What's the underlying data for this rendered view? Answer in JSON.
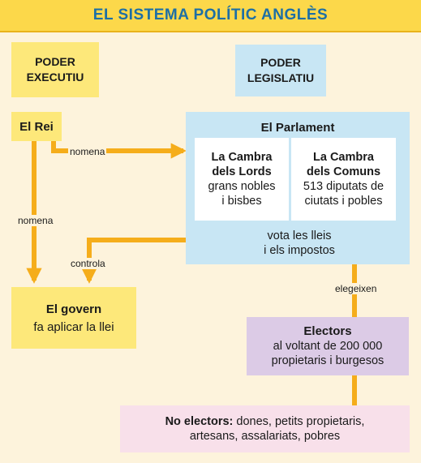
{
  "title": "EL SISTEMA POLÍTIC ANGLÈS",
  "executive": {
    "line1": "PODER",
    "line2": "EXECUTIU"
  },
  "legislative": {
    "line1": "PODER",
    "line2": "LEGISLATIU"
  },
  "king": {
    "label": "El Rei"
  },
  "parliament": {
    "title": "El Parlament",
    "lords": {
      "line1": "La Cambra",
      "line2": "dels Lords",
      "line3": "grans nobles",
      "line4": "i bisbes"
    },
    "commons": {
      "line1": "La Cambra",
      "line2": "dels Comuns",
      "line3": "513 diputats de",
      "line4": "ciutats i pobles"
    },
    "votes": {
      "line1": "vota les lleis",
      "line2": "i els impostos"
    }
  },
  "government": {
    "title": "El govern",
    "subtitle": "fa aplicar la llei"
  },
  "electors": {
    "title": "Electors",
    "line2": "al voltant de 200 000",
    "line3": "propietaris i burgesos"
  },
  "non_electors": {
    "bold": "No electors:",
    "line1_rest": " dones, petits propietaris,",
    "line2": "artesans, assalariats, pobres"
  },
  "arrows": {
    "nomena_1": "nomena",
    "nomena_2": "nomena",
    "controla": "controla",
    "elegeixen": "elegeixen"
  },
  "colors": {
    "arrow": "#f5ad1b",
    "title_text": "#1d6fa5",
    "title_bar": "#fcd84a"
  }
}
